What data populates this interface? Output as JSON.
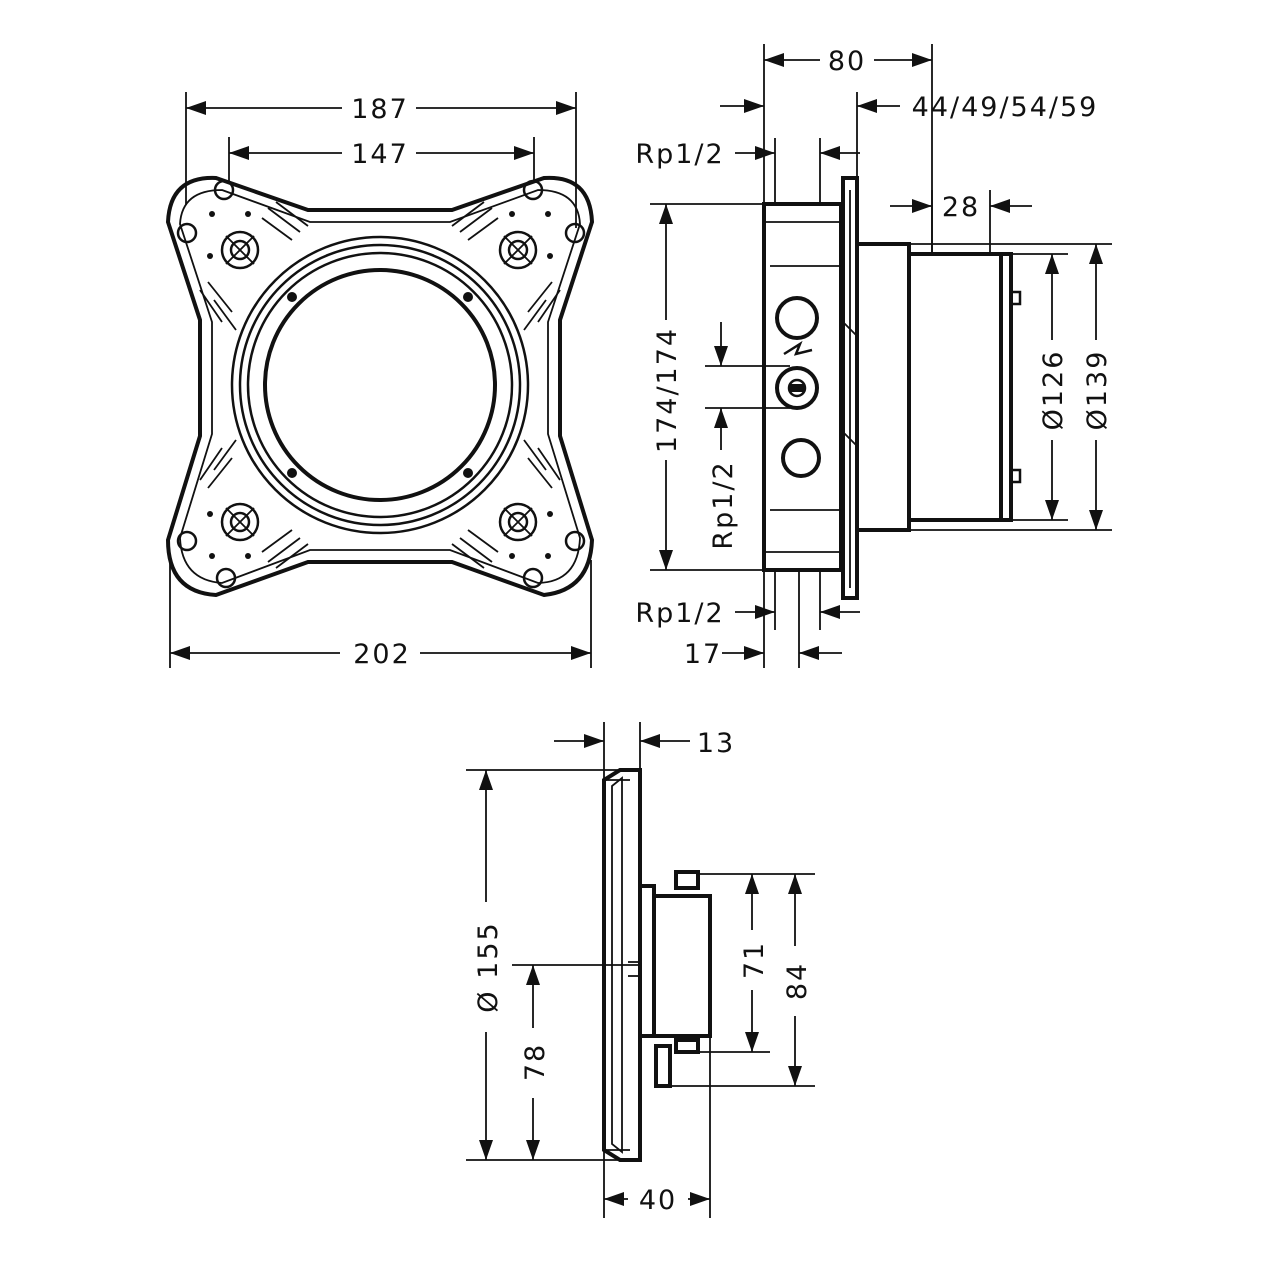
{
  "front_view": {
    "dim_187": "187",
    "dim_147": "147",
    "dim_202": "202"
  },
  "side_view": {
    "dim_80": "80",
    "dim_44_59": "44/49/54/59",
    "rp_top": "Rp1/2",
    "dim_28": "28",
    "dim_174": "174/174",
    "rp_vertical": "Rp1/2",
    "dia_126": "Ø126",
    "dia_139": "Ø139",
    "rp_bottom": "Rp1/2",
    "dim_17": "17"
  },
  "trim_view": {
    "dim_13": "13",
    "dia_155": "Ø 155",
    "dim_78": "78",
    "dim_71": "71",
    "dim_84": "84",
    "dim_40": "40"
  }
}
